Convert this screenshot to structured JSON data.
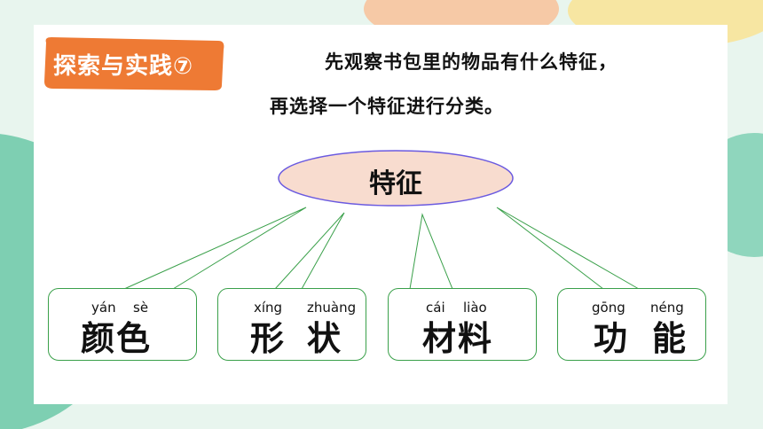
{
  "colors": {
    "tag_orange": "#ee7a34",
    "node_fill": "#f8dccf",
    "node_stroke": "#6a5ae0",
    "connector": "#3aa04a",
    "bg_teal": "#7ecfb2",
    "bg_peach": "#f6c9a6",
    "bg_yellow": "#f7e6a2"
  },
  "tag": {
    "label": "探索与实践⑦"
  },
  "instruction": {
    "line1": "先观察书包里的物品有什么特征，",
    "line2": "再选择一个特征进行分类。"
  },
  "center": {
    "label": "特征"
  },
  "categories": [
    {
      "pinyin": [
        "yán",
        "sè"
      ],
      "chars": [
        "颜",
        "色"
      ]
    },
    {
      "pinyin": [
        "xíng",
        "zhuàng"
      ],
      "chars": [
        "形",
        "状"
      ]
    },
    {
      "pinyin": [
        "cái",
        "liào"
      ],
      "chars": [
        "材",
        "料"
      ]
    },
    {
      "pinyin": [
        "gōng",
        "néng"
      ],
      "chars": [
        "功",
        "能"
      ]
    }
  ]
}
